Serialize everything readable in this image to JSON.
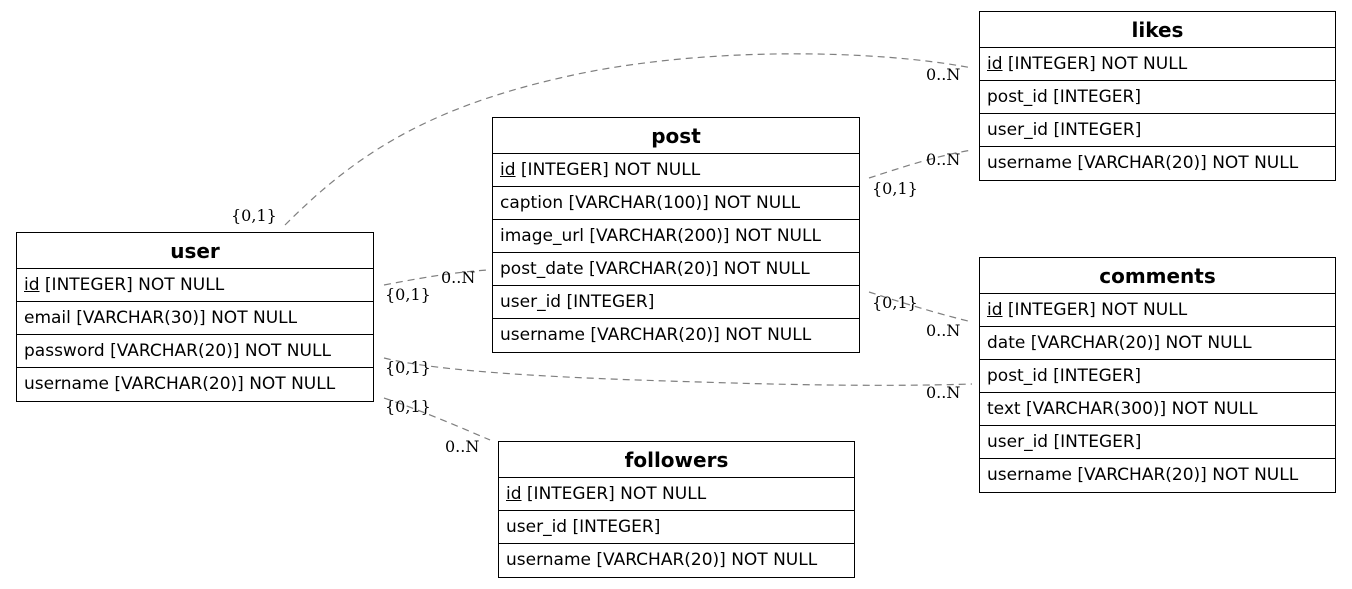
{
  "tables": [
    {
      "key": "user",
      "name": "user",
      "fields": [
        {
          "name": "id",
          "type": "[INTEGER] NOT NULL",
          "pk": true
        },
        {
          "name": "email",
          "type": "[VARCHAR(30)] NOT NULL",
          "pk": false
        },
        {
          "name": "password",
          "type": "[VARCHAR(20)] NOT NULL",
          "pk": false
        },
        {
          "name": "username",
          "type": "[VARCHAR(20)] NOT NULL",
          "pk": false
        }
      ]
    },
    {
      "key": "post",
      "name": "post",
      "fields": [
        {
          "name": "id",
          "type": "[INTEGER] NOT NULL",
          "pk": true
        },
        {
          "name": "caption",
          "type": "[VARCHAR(100)] NOT NULL",
          "pk": false
        },
        {
          "name": "image_url",
          "type": "[VARCHAR(200)] NOT NULL",
          "pk": false
        },
        {
          "name": "post_date",
          "type": "[VARCHAR(20)] NOT NULL",
          "pk": false
        },
        {
          "name": "user_id",
          "type": "[INTEGER]",
          "pk": false
        },
        {
          "name": "username",
          "type": "[VARCHAR(20)] NOT NULL",
          "pk": false
        }
      ]
    },
    {
      "key": "likes",
      "name": "likes",
      "fields": [
        {
          "name": "id",
          "type": "[INTEGER] NOT NULL",
          "pk": true
        },
        {
          "name": "post_id",
          "type": "[INTEGER]",
          "pk": false
        },
        {
          "name": "user_id",
          "type": "[INTEGER]",
          "pk": false
        },
        {
          "name": "username",
          "type": "[VARCHAR(20)] NOT NULL",
          "pk": false
        }
      ]
    },
    {
      "key": "comments",
      "name": "comments",
      "fields": [
        {
          "name": "id",
          "type": "[INTEGER] NOT NULL",
          "pk": true
        },
        {
          "name": "date",
          "type": "[VARCHAR(20)] NOT NULL",
          "pk": false
        },
        {
          "name": "post_id",
          "type": "[INTEGER]",
          "pk": false
        },
        {
          "name": "text",
          "type": "[VARCHAR(300)] NOT NULL",
          "pk": false
        },
        {
          "name": "user_id",
          "type": "[INTEGER]",
          "pk": false
        },
        {
          "name": "username",
          "type": "[VARCHAR(20)] NOT NULL",
          "pk": false
        }
      ]
    },
    {
      "key": "followers",
      "name": "followers",
      "fields": [
        {
          "name": "id",
          "type": "[INTEGER] NOT NULL",
          "pk": true
        },
        {
          "name": "user_id",
          "type": "[INTEGER]",
          "pk": false
        },
        {
          "name": "username",
          "type": "[VARCHAR(20)] NOT NULL",
          "pk": false
        }
      ]
    }
  ],
  "relationships": [
    {
      "from": "user",
      "to": "likes",
      "from_card": "{0,1}",
      "to_card": "0..N"
    },
    {
      "from": "post",
      "to": "likes",
      "from_card": "{0,1}",
      "to_card": "0..N"
    },
    {
      "from": "user",
      "to": "post",
      "from_card": "{0,1}",
      "to_card": "0..N"
    },
    {
      "from": "post",
      "to": "comments",
      "from_card": "{0,1}",
      "to_card": "0..N"
    },
    {
      "from": "user",
      "to": "comments",
      "from_card": "{0,1}",
      "to_card": "0..N"
    },
    {
      "from": "user",
      "to": "followers",
      "from_card": "{0,1}",
      "to_card": "0..N"
    }
  ],
  "colors": {
    "edge": "#7f7f7f",
    "border": "#000000",
    "background": "#ffffff"
  }
}
